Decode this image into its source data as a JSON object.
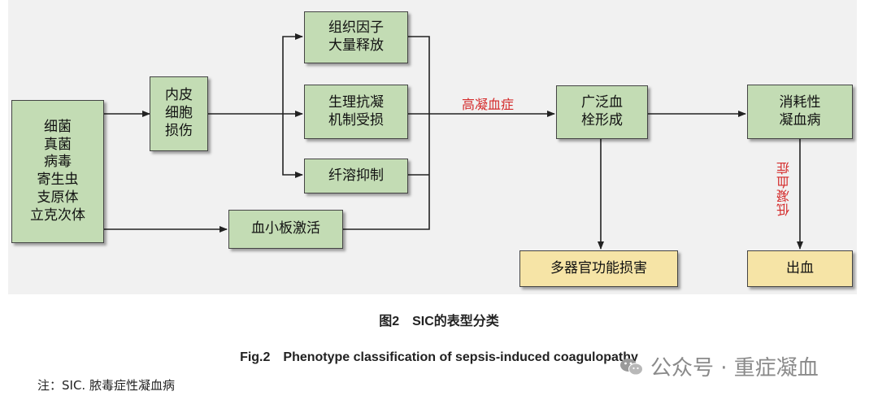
{
  "diagram": {
    "nodes": {
      "pathogens": "细菌\n真菌\n病毒\n寄生虫\n支原体\n立克次体",
      "endothelium": "内皮\n细胞\n损伤",
      "tissue_factor": "组织因子\n大量释放",
      "anticoag": "生理抗凝\n机制受损",
      "fibrinolysis": "纤溶抑制",
      "platelet": "血小板激活",
      "thrombosis": "广泛血\n栓形成",
      "consumptive": "消耗性\n凝血病",
      "organ_damage": "多器官功能损害",
      "bleeding": "出血"
    },
    "labels": {
      "hyper": "高凝血症",
      "hypo": "低凝血症"
    },
    "colors": {
      "node_green": "#c3dcb4",
      "node_yellow": "#f6e4a6",
      "label_red": "#d42a2a"
    }
  },
  "caption": {
    "zh": "图2　SIC的表型分类",
    "en": "Fig.2　Phenotype classification of sepsis-induced coagulopathy"
  },
  "footnote": "注：SIC. 脓毒症性凝血病",
  "watermark": {
    "icon": "wechat-icon",
    "text": "公众号 · 重症凝血"
  }
}
